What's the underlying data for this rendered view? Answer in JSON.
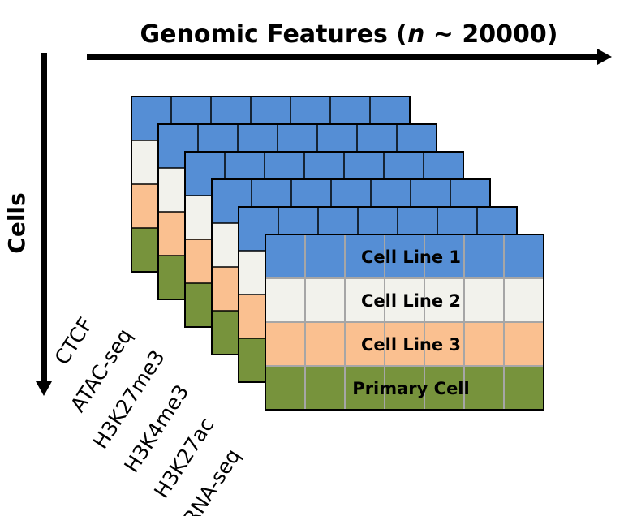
{
  "title": {
    "prefix": "Genomic Features (",
    "variable": "n",
    "suffix": " ~ 20000)"
  },
  "y_axis_label": "Cells",
  "assays": [
    "CTCF",
    "ATAC-seq",
    "H3K27me3",
    "H3K4me3",
    "H3K27ac",
    "RNA-seq"
  ],
  "rows": [
    {
      "label": "Cell Line 1",
      "color": "#558ed5"
    },
    {
      "label": "Cell Line 2",
      "color": "#f2f2ec"
    },
    {
      "label": "Cell Line 3",
      "color": "#fac090"
    },
    {
      "label": "Primary Cell",
      "color": "#77933c"
    }
  ],
  "columns_per_layer": 7,
  "colors": {
    "arrow": "#000000",
    "front_grid": "#a6a6a6",
    "back_grid": "#000000"
  }
}
